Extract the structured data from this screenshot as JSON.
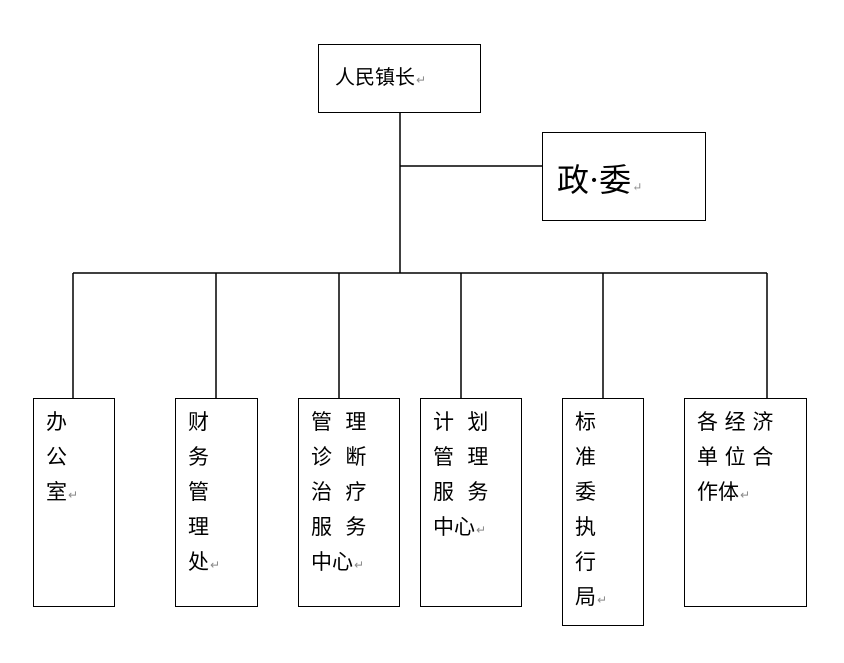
{
  "diagram": {
    "top": {
      "label": "人民镇长",
      "para_mark": "↵"
    },
    "side": {
      "label": "政·委",
      "para_mark": "↵"
    },
    "departments": [
      {
        "lines": [
          "办",
          "公",
          "室"
        ],
        "para_mark": "↵"
      },
      {
        "lines": [
          "财",
          "务",
          "管",
          "理",
          "处"
        ],
        "para_mark": "↵"
      },
      {
        "lines": [
          "管  理",
          "诊  断",
          "治  疗",
          "服  务",
          "中心"
        ],
        "para_mark": "↵"
      },
      {
        "lines": [
          "计  划",
          "管  理",
          "服  务",
          "中心"
        ],
        "para_mark": "↵"
      },
      {
        "lines": [
          "标",
          "准",
          "委",
          "执",
          "行",
          "局"
        ],
        "para_mark": "↵"
      },
      {
        "lines": [
          "各 经 济",
          "单 位 合",
          "作体"
        ],
        "para_mark": "↵"
      }
    ]
  }
}
